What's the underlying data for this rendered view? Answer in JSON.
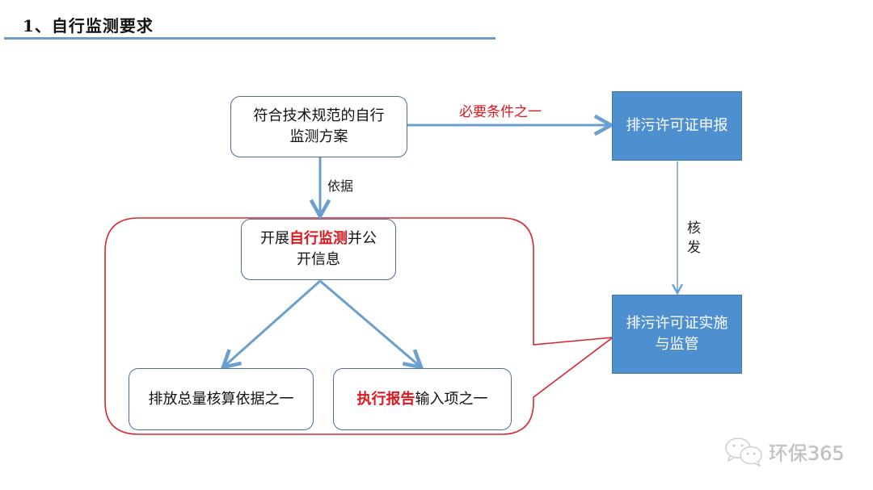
{
  "header": {
    "title": "1、自行监测要求"
  },
  "nodes": {
    "scheme": {
      "line1": "符合技术规范的自行",
      "line2": "监测方案"
    },
    "permit_apply": {
      "text": "排污许可证申报"
    },
    "permit_impl": {
      "line1": "排污许可证实施",
      "line2": "与监管"
    },
    "self_monitor": {
      "pre": "开展",
      "highlight": "自行监测",
      "post": "并公",
      "line2": "开信息"
    },
    "emission_total": {
      "text": "排放总量核算依据之一"
    },
    "exec_report": {
      "highlight": "执行报告",
      "post": "输入项之一"
    }
  },
  "edges": {
    "scheme_to_permit": "必要条件之一",
    "scheme_to_monitor": "依据",
    "permit_issue_1": "核",
    "permit_issue_2": "发"
  },
  "colors": {
    "arrow": "#6a9fd0",
    "callout": "#d9262e",
    "filled_box": "#4e8fd0",
    "highlight": "#e0161c"
  },
  "watermark": {
    "text": "环保365",
    "icon": "wechat-icon"
  }
}
